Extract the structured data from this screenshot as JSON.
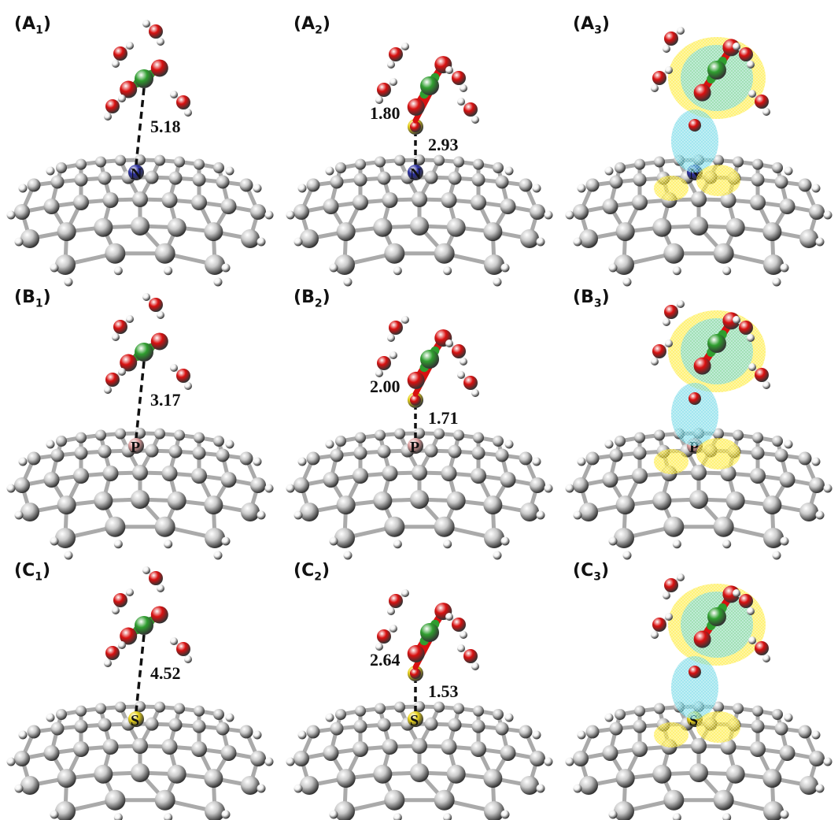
{
  "figure": {
    "panels": [
      {
        "id": "A1",
        "letter": "A",
        "sub": "1",
        "dopant": "N",
        "distances": [
          "5.18"
        ],
        "mode": "adsorb"
      },
      {
        "id": "A2",
        "letter": "A",
        "sub": "2",
        "dopant": "N",
        "distances": [
          "1.80",
          "2.93"
        ],
        "mode": "bound"
      },
      {
        "id": "A3",
        "letter": "A",
        "sub": "3",
        "dopant": "N",
        "distances": [],
        "mode": "density"
      },
      {
        "id": "B1",
        "letter": "B",
        "sub": "1",
        "dopant": "P",
        "distances": [
          "3.17"
        ],
        "mode": "adsorb"
      },
      {
        "id": "B2",
        "letter": "B",
        "sub": "2",
        "dopant": "P",
        "distances": [
          "2.00",
          "1.71"
        ],
        "mode": "bound"
      },
      {
        "id": "B3",
        "letter": "B",
        "sub": "3",
        "dopant": "P",
        "distances": [],
        "mode": "density"
      },
      {
        "id": "C1",
        "letter": "C",
        "sub": "1",
        "dopant": "S",
        "distances": [
          "4.52"
        ],
        "mode": "adsorb"
      },
      {
        "id": "C2",
        "letter": "C",
        "sub": "2",
        "dopant": "S",
        "distances": [
          "2.64",
          "1.53"
        ],
        "mode": "bound"
      },
      {
        "id": "C3",
        "letter": "C",
        "sub": "3",
        "dopant": "S",
        "distances": [],
        "mode": "density"
      }
    ],
    "colors": {
      "carbon": "#c9c9c9",
      "hydrogen": "#f2f2f2",
      "oxygen": "#d91010",
      "uranium": "#2f9e2f",
      "nitrogen": "#2a2fa0",
      "phosphorus": "#e0a0a0",
      "sulfur": "#e8d21a",
      "density_positive": "#ffe600",
      "density_negative": "#4fd0e0"
    }
  }
}
